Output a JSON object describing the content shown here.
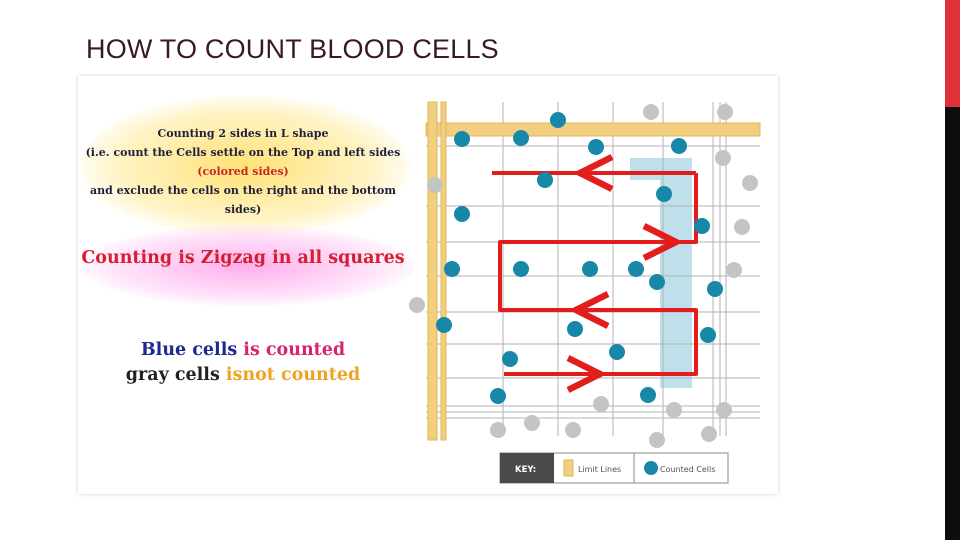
{
  "slide": {
    "title": "HOW TO COUNT BLOOD CELLS",
    "accent_colors": {
      "red": "#e03238",
      "black": "#0d0d0d"
    }
  },
  "image": {
    "rule_1": {
      "line_1": "Counting 2 sides in L shape",
      "line_2": "(i.e. count the Cells settle on the Top and left sides",
      "line_3": "(colored sides)",
      "line_4": "and exclude the cells on the right and the bottom sides)"
    },
    "rule_2": "Counting is Zigzag in all squares",
    "rule_3": {
      "blue_word": "Blue cells",
      "blue_rest": " is counted",
      "gray_word": "gray cells ",
      "gray_not": "isnot",
      "gray_rest": " counted"
    },
    "key": {
      "label": "KEY:",
      "limit_lines": "Limit Lines",
      "counted_cells": "Counted Cells"
    },
    "colors": {
      "counted_cell": "#1788a8",
      "excluded_cell": "#c4c4c4",
      "limit_line": "#f2cf7e",
      "arrow": "#e31c1c",
      "highlight": "#bfe0ea"
    }
  }
}
